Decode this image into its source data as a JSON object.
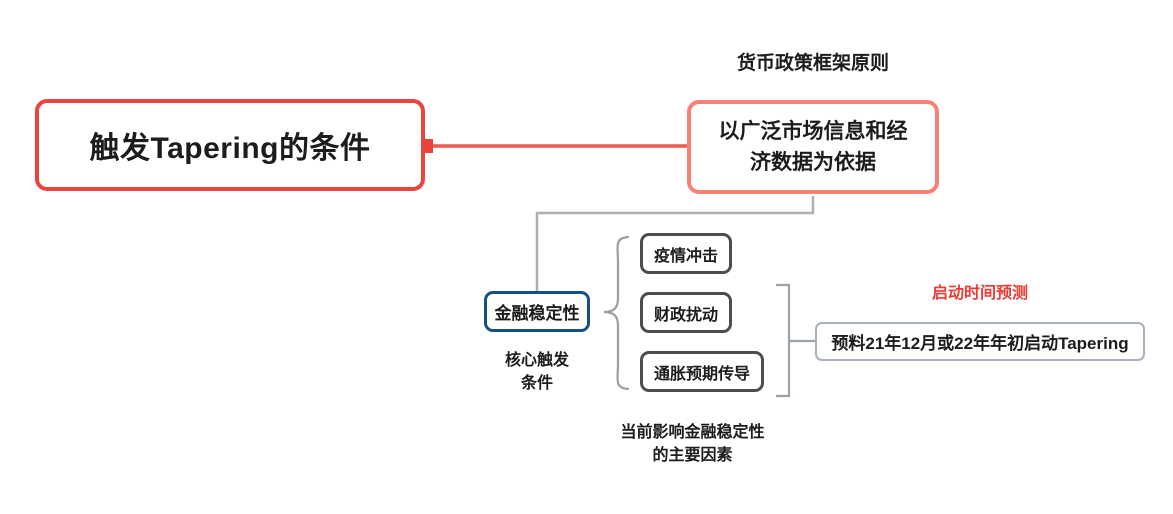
{
  "diagram": {
    "type": "mindmap",
    "background": "#ffffff"
  },
  "root": {
    "title": "触发Tapering的条件"
  },
  "policy": {
    "label": "货币政策框架原则",
    "text": "以广泛市场信息和经\n济数据为依据"
  },
  "stability": {
    "text": "金融稳定性",
    "label": "核心触发\n条件"
  },
  "factors": {
    "items": [
      "疫情冲击",
      "财政扰动",
      "通胀预期传导"
    ],
    "label": "当前影响金融稳定性\n的主要因素"
  },
  "prediction": {
    "label": "启动时间预测",
    "text": "预料21年12月或22年年初启动Tapering"
  },
  "colors": {
    "root_border": "#e9453e",
    "policy_border": "#f88175",
    "red_connector": "#ee5a50",
    "stability_border": "#174f80",
    "factor_border": "#4d4d4d",
    "prediction_border": "#a8b0bc",
    "gray_connector": "#b0b0b0",
    "brace_gray": "#9e9e9e",
    "accent_red_label": "#ea3b34",
    "text": "#1c1c1c"
  }
}
